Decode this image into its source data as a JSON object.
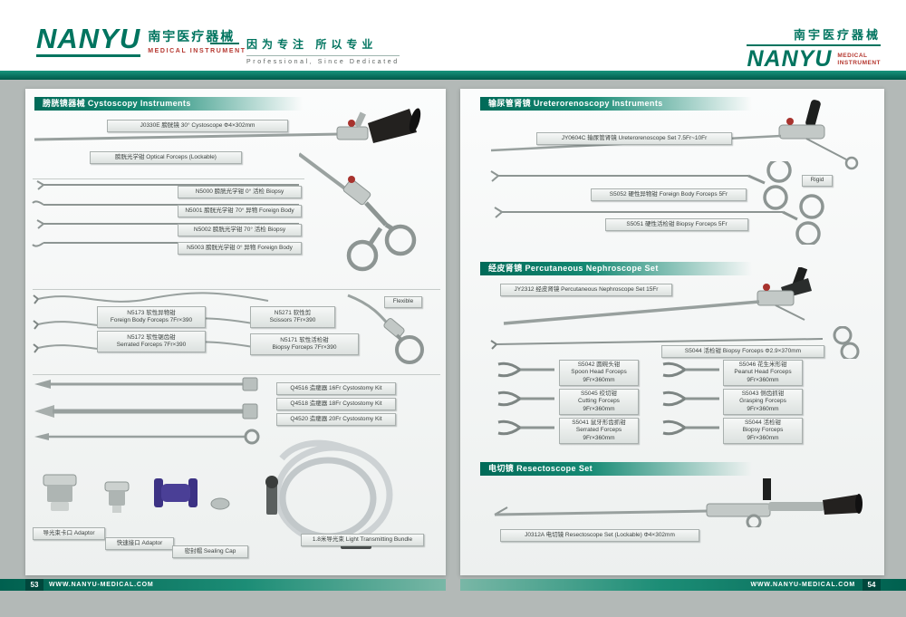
{
  "header": {
    "logo": {
      "name": "NANYU",
      "cn": "南宇医疗器械",
      "sub": "MEDICAL  INSTRUMENT"
    },
    "slogan": {
      "cn": "因为专注 所以专业",
      "en": "Professional, Since Dedicated"
    },
    "logo_right": {
      "cn": "南宇医疗器械",
      "name": "NANYU",
      "sub1": "MEDICAL",
      "sub2": "INSTRUMENT"
    }
  },
  "footer": {
    "website": "WWW.NANYU-MEDICAL.COM",
    "page_left": "53",
    "page_right": "54"
  },
  "page53": {
    "cysto": {
      "title": "膀胱镜器械  Cystoscopy Instruments",
      "scope_label": "J0330E 膀胱镜 30°  Cystoscope  Φ4×302mm",
      "optical_label": "膀胱光学钳 Optical Forceps (Lockable)",
      "rigid_forceps": [
        "N5000 膀胱光学钳  0°  活检 Biopsy",
        "N5001 膀胱光学钳 70°  异物 Foreign Body",
        "N5002 膀胱光学钳 70°  活检 Biopsy",
        "N5003 膀胱光学钳  0°  异物 Foreign Body"
      ],
      "flexible_tag": "Flexible",
      "flexible": [
        "N5173 软性异物钳\nForeign Body Forceps 7Fr×390",
        "N5271 软性剪\nScissors 7Fr×390",
        "N5172 软性锯齿钳\nSerrated Forceps 7Fr×390",
        "N5171 软性活检钳\nBiopsy Forceps 7Fr×390"
      ],
      "cystostomy": [
        "Q4516 造瘘器 16Fr Cystostomy Kit",
        "Q4518 造瘘器 18Fr Cystostomy Kit",
        "Q4520 造瘘器 20Fr Cystostomy Kit"
      ],
      "accessories": [
        "导光束卡口 Adaptor",
        "快速接口 Adaptor",
        "密封帽 Sealing Cap",
        "1.8米导光束  Light Transmitting Bundle"
      ]
    }
  },
  "page54": {
    "uretero": {
      "title": "输尿管肾镜 Ureterorenoscopy Instruments",
      "scope_label": "JY0604C 输尿管肾镜 Ureterorenoscope Set 7.5Fr~10Fr",
      "rigid_tag": "Rigid",
      "forceps": [
        "S5052 硬性异物钳 Foreign Body Forceps 5Fr",
        "S5051 硬性活检钳 Biopsy Forceps 5Fr"
      ]
    },
    "nephro": {
      "title": "经皮肾镜 Percutaneous Nephroscope Set",
      "scope_label": "JY2312 经皮肾镜 Percutaneous Nephroscope Set 15Fr",
      "biopsy_label": "S5044 活检钳 Biopsy Forceps Φ2.9×370mm",
      "forceps": [
        "S5042 圆碗头钳\nSpoon Head Forceps\n9Fr×360mm",
        "S5046 花生米形钳\nPeanut Head Forceps\n9Fr×360mm",
        "S5045 绞切钳\nCutting Forceps\n9Fr×360mm",
        "S5043 侧齿抓钳\nGrasping Forceps\n9Fr×360mm",
        "S5041 鼠牙形齿抓钳\nSerrated Forceps\n9Fr×360mm",
        "S5044 活检钳\nBiopsy Forceps\n9Fr×360mm"
      ]
    },
    "resecto": {
      "title": "电切镜  Resectoscope Set",
      "scope_label": "J0312A 电切镜 Resectoscope Set (Lockable)  Φ4×302mm"
    }
  }
}
